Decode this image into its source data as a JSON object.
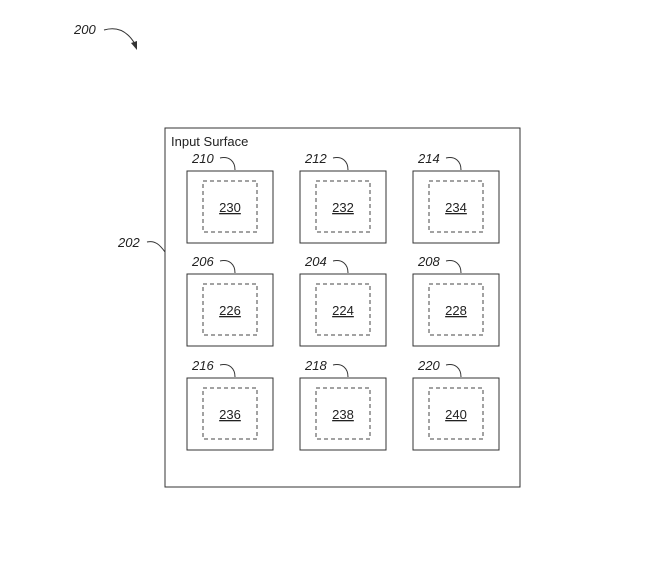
{
  "figure_label": "200",
  "surface": {
    "ref": "202",
    "title": "Input Surface"
  },
  "cells": [
    {
      "outer": "210",
      "inner": "230"
    },
    {
      "outer": "212",
      "inner": "232"
    },
    {
      "outer": "214",
      "inner": "234"
    },
    {
      "outer": "206",
      "inner": "226"
    },
    {
      "outer": "204",
      "inner": "224"
    },
    {
      "outer": "208",
      "inner": "228"
    },
    {
      "outer": "216",
      "inner": "236"
    },
    {
      "outer": "218",
      "inner": "238"
    },
    {
      "outer": "220",
      "inner": "240"
    }
  ]
}
